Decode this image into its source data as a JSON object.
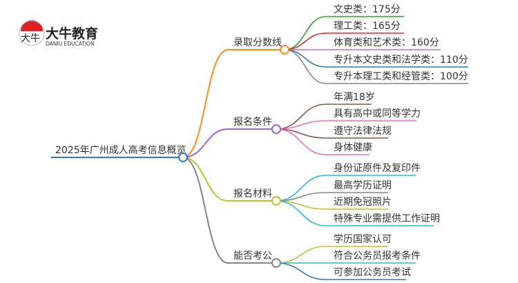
{
  "logo": {
    "mark": "大牛",
    "name": "大牛教育",
    "subtitle": "DANIU EDUCATION"
  },
  "root": {
    "label": "2025年广州成人高考信息概览",
    "color": "#2b7bc4"
  },
  "branches": [
    {
      "label": "录取分数线",
      "color": "#ff8a1c",
      "children": [
        {
          "label": "文史类：175分",
          "color": "#2ea52e"
        },
        {
          "label": "理工类：165分",
          "color": "#e02a2e"
        },
        {
          "label": "体育类和艺术类：160分",
          "color": "#a879d2"
        },
        {
          "label": "专升本文史类和法学类：110分",
          "color": "#2a78c0"
        },
        {
          "label": "专升本理工类和经管类：100分",
          "color": "#858585"
        }
      ]
    },
    {
      "label": "报名条件",
      "color": "#9d66cc",
      "children": [
        {
          "label": "年满18岁",
          "color": "#8a5646"
        },
        {
          "label": "具有高中或同等学力",
          "color": "#e46fc6"
        },
        {
          "label": "遵守法律法规",
          "color": "#8a5646"
        },
        {
          "label": "身体健康",
          "color": "#e46fc6"
        }
      ]
    },
    {
      "label": "报名材料",
      "color": "#c0c02a",
      "children": [
        {
          "label": "身份证原件及复印件",
          "color": "#26bcd6"
        },
        {
          "label": "最高学历证明",
          "color": "#858585"
        },
        {
          "label": "近期免冠照片",
          "color": "#c0c02a"
        },
        {
          "label": "特殊专业需提供工作证明",
          "color": "#26bcd6"
        }
      ]
    },
    {
      "label": "能否考公",
      "color": "#858585",
      "children": [
        {
          "label": "学历国家认可",
          "color": "#c0c02a"
        },
        {
          "label": "符合公务员报考条件",
          "color": "#26bcd6"
        },
        {
          "label": "可参加公务员考试",
          "color": "#2a78c0"
        }
      ]
    }
  ]
}
